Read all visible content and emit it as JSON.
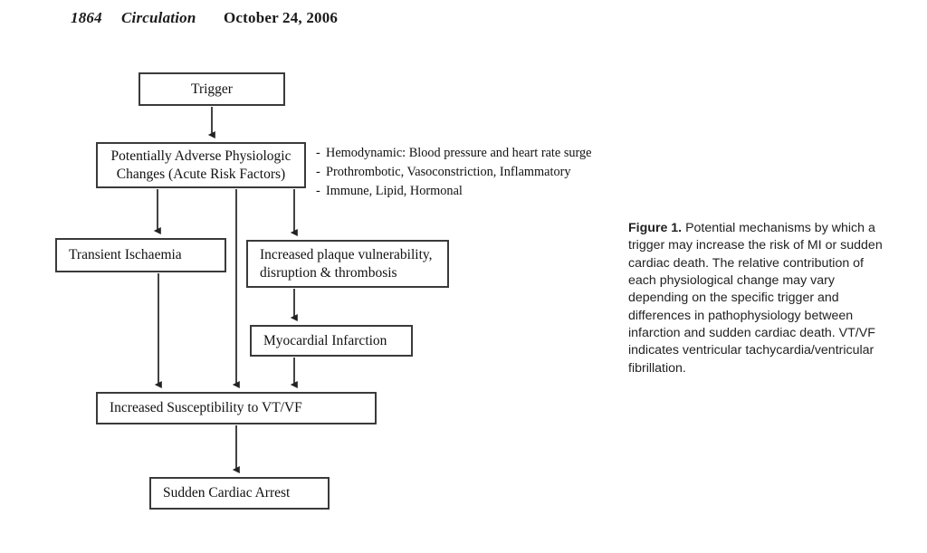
{
  "running_head": {
    "page_number": "1864",
    "journal": "Circulation",
    "date": "October 24, 2006"
  },
  "figure": {
    "caption_label": "Figure 1.",
    "caption_text": " Potential mechanisms by which a trigger may increase the risk of MI or sudden cardiac death. The relative contribution of each physiological change may vary depending on the specific trigger and differences in pathophysiology between infarction and sudden cardiac death. VT/VF indicates ventricular tachycardia/ventricular fibrillation."
  },
  "flowchart": {
    "nodes": {
      "trigger": "Trigger",
      "physiologic": "Potentially Adverse Physiologic\nChanges (Acute Risk Factors)",
      "ischaemia": "Transient Ischaemia",
      "plaque": "Increased plaque vulnerability,\ndisruption & thrombosis",
      "myocardial_infarction": "Myocardial Infarction",
      "vt_vf": "Increased Susceptibility to VT/VF",
      "sudden_cardiac_arrest": "Sudden Cardiac Arrest"
    },
    "risk_factors": [
      "Hemodynamic: Blood pressure and heart rate surge",
      "Prothrombotic, Vasoconstriction, Inflammatory",
      "Immune, Lipid, Hormonal"
    ],
    "colors": {
      "box_border": "#3a3a3a",
      "connector": "#222222",
      "text": "#111111",
      "background": "#ffffff"
    }
  }
}
